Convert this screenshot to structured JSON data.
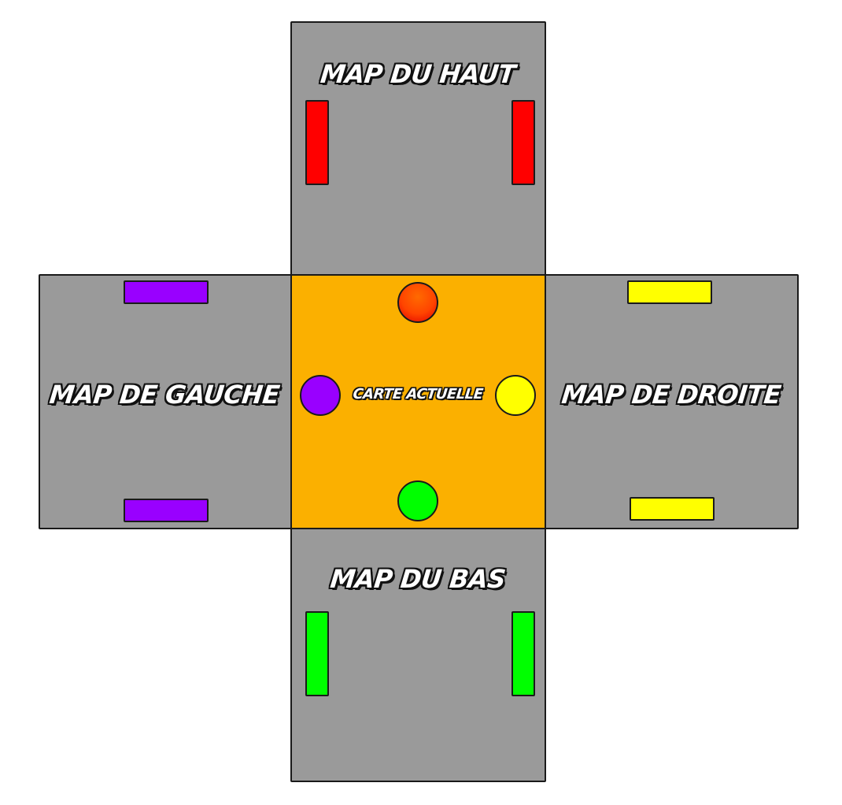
{
  "panels": {
    "top": {
      "label": "MAP DU HAUT"
    },
    "left": {
      "label": "MAP DE GAUCHE"
    },
    "right": {
      "label": "MAP DE DROITE"
    },
    "bottom": {
      "label": "MAP DU BAS"
    },
    "center": {
      "label": "CARTE ACTUELLE"
    }
  },
  "colors": {
    "panel_gray": "#9a9a9a",
    "center_orange": "#fbb000",
    "red": "#ff0000",
    "purple": "#9900ff",
    "yellow": "#ffff00",
    "green": "#00ff00",
    "dot_top": "#ff4400",
    "outline": "#1a1a1a"
  }
}
